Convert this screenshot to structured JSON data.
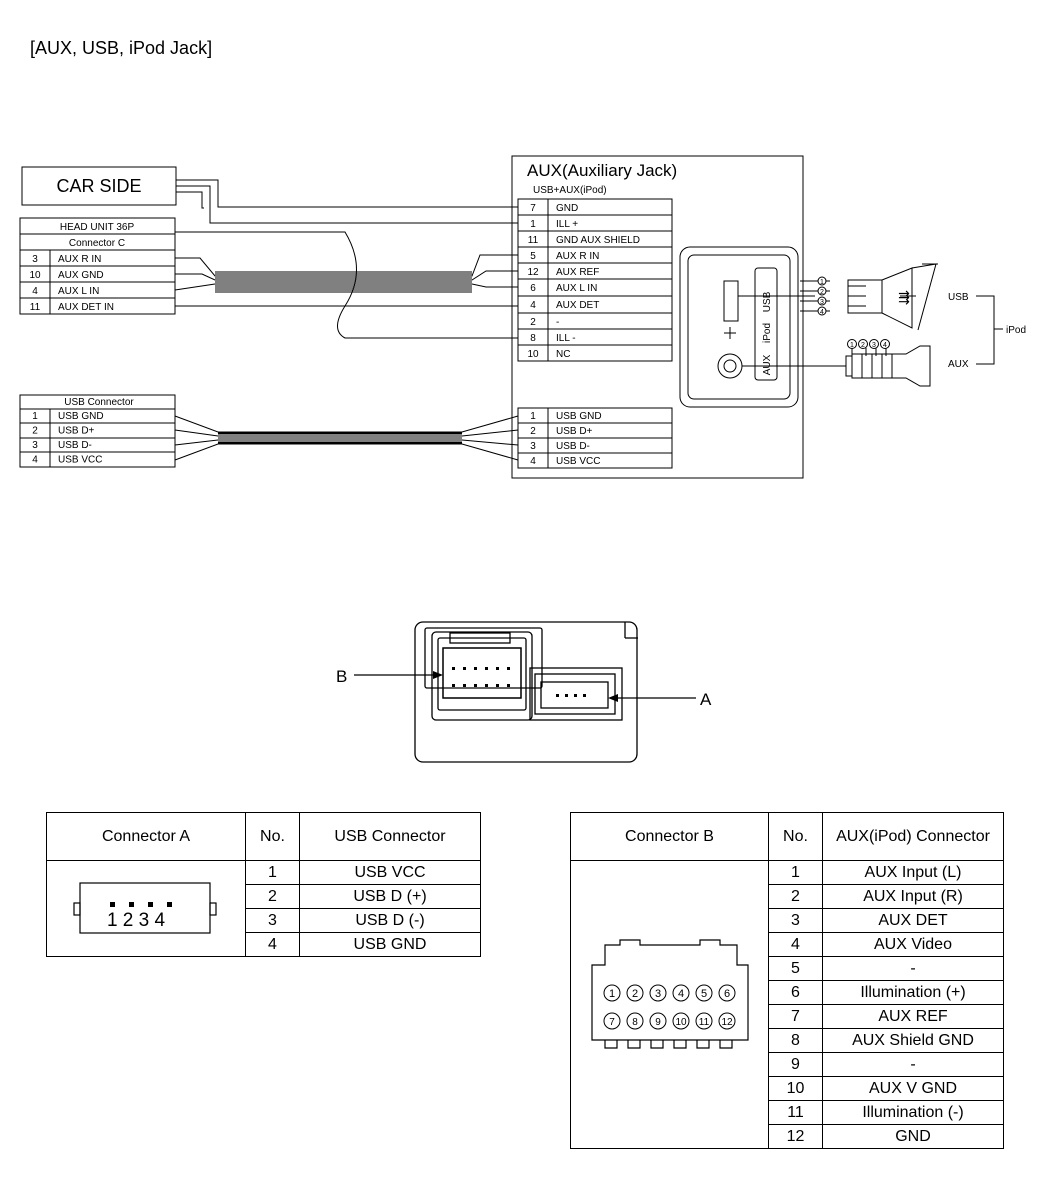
{
  "page_title": "[AUX, USB, iPod Jack]",
  "car_side_label": "CAR SIDE",
  "head_unit": {
    "title": "HEAD UNIT 36P",
    "connector": "Connector C",
    "pins": [
      {
        "no": "3",
        "name": "AUX R IN"
      },
      {
        "no": "10",
        "name": "AUX GND"
      },
      {
        "no": "4",
        "name": "AUX L IN"
      },
      {
        "no": "11",
        "name": "AUX DET IN"
      }
    ]
  },
  "usb_connector_side": {
    "title": "USB Connector",
    "pins": [
      {
        "no": "1",
        "name": "USB GND"
      },
      {
        "no": "2",
        "name": "USB D+"
      },
      {
        "no": "3",
        "name": "USB D-"
      },
      {
        "no": "4",
        "name": "USB VCC"
      }
    ]
  },
  "aux_jack": {
    "title": "AUX(Auxiliary Jack)",
    "subtitle": "USB+AUX(iPod)",
    "pins": [
      {
        "no": "7",
        "name": "GND"
      },
      {
        "no": "1",
        "name": "ILL +"
      },
      {
        "no": "11",
        "name": "GND AUX SHIELD"
      },
      {
        "no": "5",
        "name": "AUX R IN"
      },
      {
        "no": "12",
        "name": "AUX REF"
      },
      {
        "no": "6",
        "name": "AUX L IN"
      },
      {
        "no": "4",
        "name": "AUX DET"
      },
      {
        "no": "2",
        "name": "-"
      },
      {
        "no": "8",
        "name": "ILL -"
      },
      {
        "no": "10",
        "name": "NC"
      }
    ],
    "usb_pins": [
      {
        "no": "1",
        "name": "USB GND"
      },
      {
        "no": "2",
        "name": "USB D+"
      },
      {
        "no": "3",
        "name": "USB D-"
      },
      {
        "no": "4",
        "name": "USB VCC"
      }
    ],
    "panel_labels": {
      "usb": "USB",
      "ipod": "iPod",
      "aux": "AUX"
    }
  },
  "plug_labels": {
    "usb": "USB",
    "aux": "AUX",
    "ipod": "iPod",
    "usb_pins": [
      "1",
      "2",
      "3",
      "4"
    ],
    "aux_pins": [
      "1",
      "2",
      "3",
      "4"
    ]
  },
  "callouts": {
    "a": "A",
    "b": "B"
  },
  "connector_a_table": {
    "headers": [
      "Connector A",
      "No.",
      "USB Connector"
    ],
    "pin_digits": "1 2 3 4",
    "rows": [
      {
        "no": "1",
        "name": "USB VCC"
      },
      {
        "no": "2",
        "name": "USB D (+)"
      },
      {
        "no": "3",
        "name": "USB D (-)"
      },
      {
        "no": "4",
        "name": "USB GND"
      }
    ]
  },
  "connector_b_table": {
    "headers": [
      "Connector B",
      "No.",
      "AUX(iPod) Connector"
    ],
    "pin_row_top": [
      "1",
      "2",
      "3",
      "4",
      "5",
      "6"
    ],
    "pin_row_bottom": [
      "7",
      "8",
      "9",
      "10",
      "11",
      "12"
    ],
    "rows": [
      {
        "no": "1",
        "name": "AUX Input (L)"
      },
      {
        "no": "2",
        "name": "AUX Input (R)"
      },
      {
        "no": "3",
        "name": "AUX DET"
      },
      {
        "no": "4",
        "name": "AUX Video"
      },
      {
        "no": "5",
        "name": "-"
      },
      {
        "no": "6",
        "name": "Illumination (+)"
      },
      {
        "no": "7",
        "name": "AUX REF"
      },
      {
        "no": "8",
        "name": "AUX Shield GND"
      },
      {
        "no": "9",
        "name": "-"
      },
      {
        "no": "10",
        "name": "AUX V GND"
      },
      {
        "no": "11",
        "name": "Illumination (-)"
      },
      {
        "no": "12",
        "name": "GND"
      }
    ]
  }
}
